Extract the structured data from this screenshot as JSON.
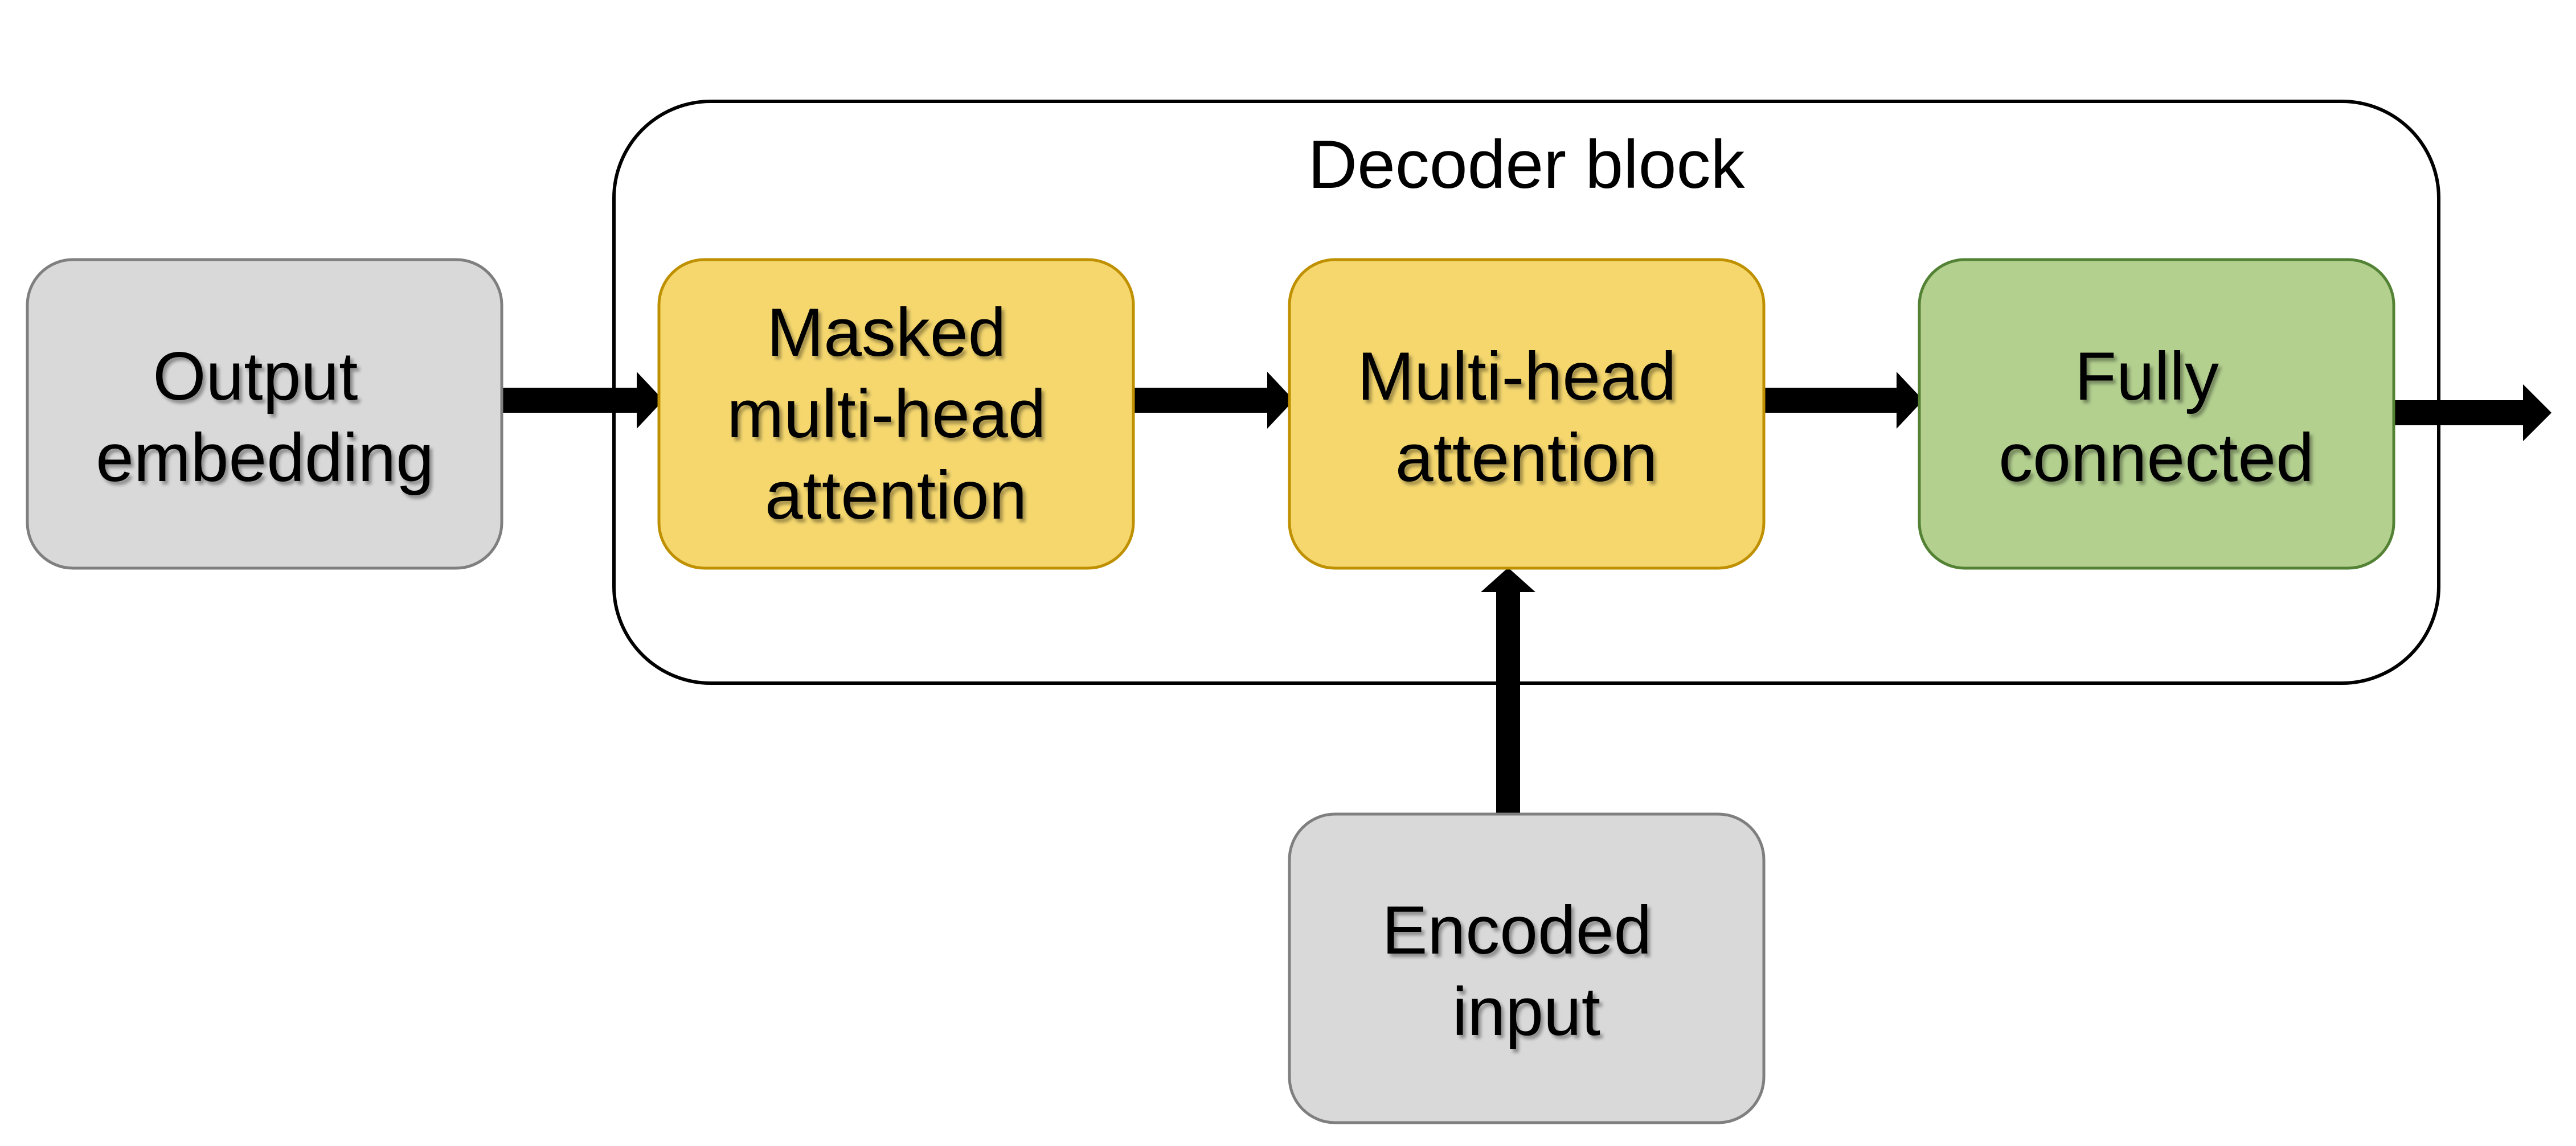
{
  "decoder_block": {
    "title": "Decoder block"
  },
  "nodes": {
    "output_embedding": {
      "lines": [
        "Output",
        "embedding"
      ],
      "fill": "#D9D9D9",
      "stroke": "#7F7F7F"
    },
    "masked_attention": {
      "lines": [
        "Masked",
        "multi-head",
        "attention"
      ],
      "fill": "#F5D76E",
      "stroke": "#BF9000"
    },
    "multihead_attention": {
      "lines": [
        "Multi-head",
        "attention"
      ],
      "fill": "#F5D76E",
      "stroke": "#BF9000"
    },
    "fully_connected": {
      "lines": [
        "Fully",
        "connected"
      ],
      "fill": "#B3D08F",
      "stroke": "#548235"
    },
    "encoded_input": {
      "lines": [
        "Encoded",
        "input"
      ],
      "fill": "#D9D9D9",
      "stroke": "#7F7F7F"
    }
  },
  "colors": {
    "arrow": "#000000",
    "container_stroke": "#000000",
    "background": "#FFFFFF"
  }
}
